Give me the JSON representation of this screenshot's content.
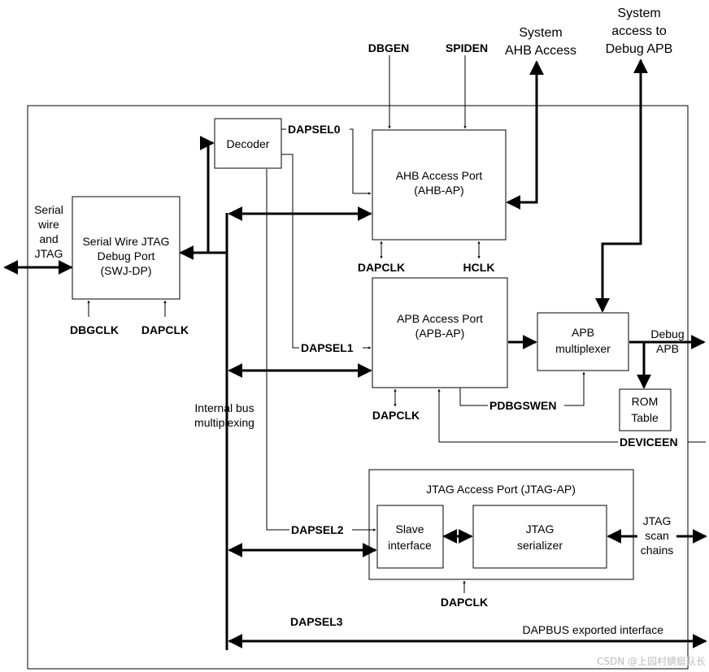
{
  "blocks": {
    "decoder": "Decoder",
    "swjdp": [
      "Serial Wire JTAG",
      "Debug Port",
      "(SWJ-DP)"
    ],
    "ahbap": [
      "AHB Access Port",
      "(AHB-AP)"
    ],
    "apbap": [
      "APB Access Port",
      "(APB-AP)"
    ],
    "apbmux": [
      "APB",
      "multiplexer"
    ],
    "rom": [
      "ROM",
      "Table"
    ],
    "jtagap": "JTAG Access Port (JTAG-AP)",
    "slave": [
      "Slave",
      "interface"
    ],
    "serializer": [
      "JTAG",
      "serializer"
    ]
  },
  "signals": {
    "dbgen": "DBGEN",
    "spiden": "SPIDEN",
    "dapsel0": "DAPSEL0",
    "dapsel1": "DAPSEL1",
    "dapsel2": "DAPSEL2",
    "dapsel3": "DAPSEL3",
    "dapclk": "DAPCLK",
    "hclk": "HCLK",
    "dbgclk": "DBGCLK",
    "pdbgswen": "PDBGSWEN",
    "deviceen": "DEVICEEN"
  },
  "labels": {
    "serial_jtag": [
      "Serial",
      "wire",
      "and",
      "JTAG"
    ],
    "sys_ahb": [
      "System",
      "AHB Access"
    ],
    "sys_apb": [
      "System",
      "access to",
      "Debug APB"
    ],
    "debug_apb": [
      "Debug",
      "APB"
    ],
    "jtag_scan": [
      "JTAG",
      "scan",
      "chains"
    ],
    "internal_bus": [
      "Internal bus",
      "multiplexing"
    ],
    "dapbus": "DAPBUS exported interface"
  },
  "watermark": "CSDN @上园村蜻蜓队长"
}
